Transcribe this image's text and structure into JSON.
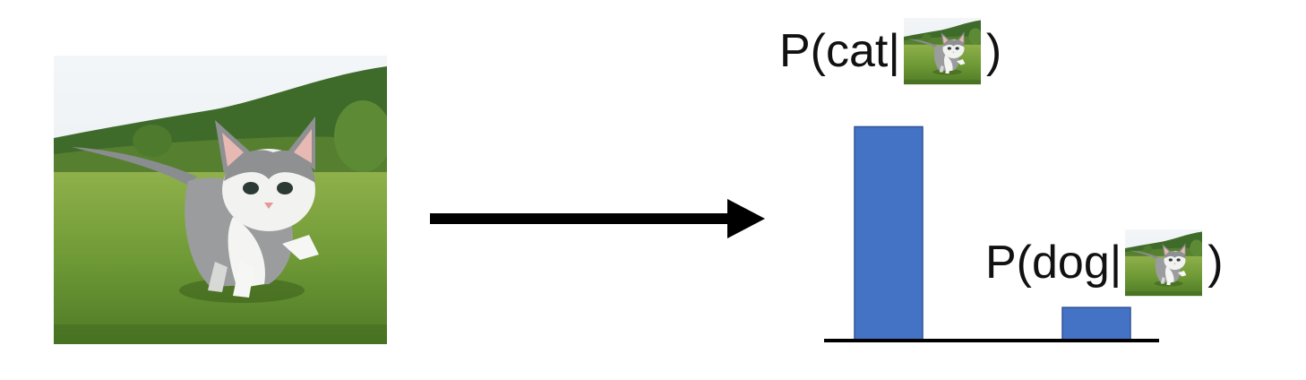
{
  "image": {
    "subject": "kitten-on-grass"
  },
  "arrow": {
    "color": "#000000"
  },
  "labels": {
    "cat": {
      "prefix": "P(cat|",
      "suffix": ")"
    },
    "dog": {
      "prefix": "P(dog|",
      "suffix": ")"
    }
  },
  "chart_data": {
    "type": "bar",
    "categories": [
      "cat",
      "dog"
    ],
    "values": [
      0.84,
      0.13
    ],
    "ylim": [
      0,
      1
    ],
    "bar_color": "#4472c4",
    "baseline_color": "#000000",
    "title": "",
    "xlabel": "",
    "ylabel": ""
  }
}
